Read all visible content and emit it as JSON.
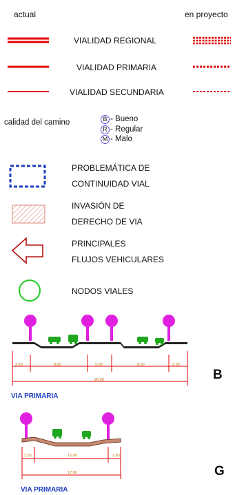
{
  "header": {
    "actual": "actual",
    "en_proyecto": "en proyecto"
  },
  "roads": [
    {
      "label": "VIALIDAD REGIONAL"
    },
    {
      "label": "VIALIDAD PRIMARIA"
    },
    {
      "label": "VIALIDAD SECUNDARIA"
    }
  ],
  "quality": {
    "title": "calidad del camino",
    "items": [
      {
        "letter": "B",
        "text": "- Bueno"
      },
      {
        "letter": "R",
        "text": "- Regular"
      },
      {
        "letter": "M",
        "text": "- Malo"
      }
    ]
  },
  "symbols": {
    "continuity": [
      "PROBLEMÁTICA DE",
      "CONTINUIDAD VIAL"
    ],
    "invasion": [
      "INVASIÓN DE",
      "DERECHO DE VIA"
    ],
    "flows": [
      "PRINCIPALES",
      "FLUJOS VEHICULARES"
    ],
    "nodes": "NODOS VIALES"
  },
  "section_b": {
    "dims": [
      "2.50",
      "8.00",
      "5.00",
      "8.00",
      "2.50"
    ],
    "total": "26.00",
    "title": "VIA PRIMARIA",
    "letter": "B"
  },
  "section_g": {
    "dims": [
      "2.50",
      "12.00",
      "2.50"
    ],
    "total": "17.00",
    "title": "VIA PRIMARIA",
    "letter": "G"
  },
  "colors": {
    "road": "#e00000",
    "blue": "#1f3fbf",
    "tree": "#e020e0",
    "car": "#1fa81f",
    "node": "#22cc22",
    "flow": "#b01010",
    "hatch": "#d98a7a"
  }
}
